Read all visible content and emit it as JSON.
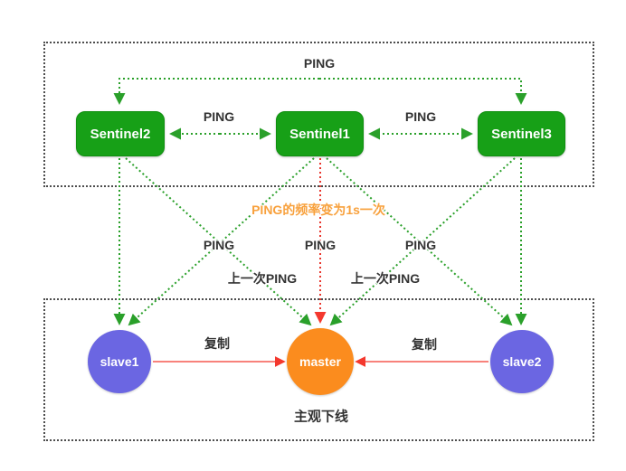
{
  "colors": {
    "green-box": "#17a017",
    "line-green": "#2aa02a",
    "line-red": "#e8352c",
    "line-salmon": "#f8827b",
    "arrow-red": "#f4382e",
    "node-purple": "#6b66e2",
    "node-orange": "#fb8c1e",
    "label-dark": "#333333",
    "label-orange": "#f8a13d",
    "border-gray": "#4d4d4d"
  },
  "sentinel_group": {
    "sentinels": [
      {
        "label": "Sentinel2"
      },
      {
        "label": "Sentinel1"
      },
      {
        "label": "Sentinel3"
      }
    ],
    "ping_top": "PING",
    "ping_left": "PING",
    "ping_right": "PING"
  },
  "monitor_labels": {
    "ping_frequency": "PING的频率变为1s一次",
    "ping_slave1": "PING",
    "ping_master": "PING",
    "ping_slave2": "PING",
    "last_ping_left": "上一次PING",
    "last_ping_right": "上一次PING"
  },
  "node_group": {
    "nodes": [
      {
        "label": "slave1"
      },
      {
        "label": "master"
      },
      {
        "label": "slave2"
      }
    ],
    "replicate_left": "复制",
    "replicate_right": "复制",
    "status": "主观下线"
  }
}
